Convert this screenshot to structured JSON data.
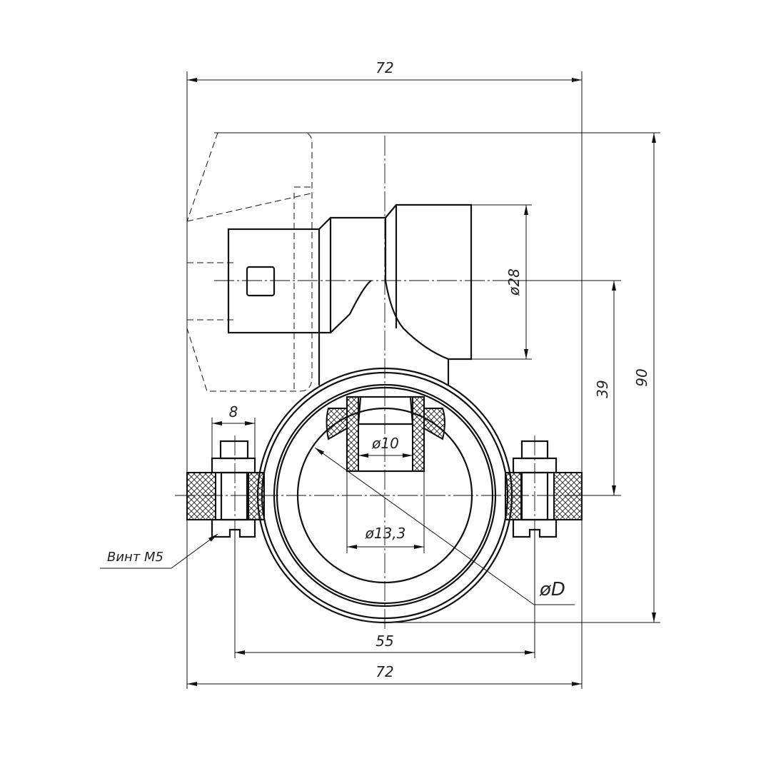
{
  "drawing": {
    "dim_top_width": "72",
    "dim_bottom_width": "72",
    "dim_height": "90",
    "dim_axis_height": "39",
    "dim_branch_diameter": "ø28",
    "dim_nut_width": "8",
    "dim_outlet_diameter": "ø10",
    "dim_bore_diameter": "ø13,3",
    "dim_pipe_diameter": "øD",
    "dim_bolt_spacing": "55",
    "callout_screw": "Винт M5"
  }
}
